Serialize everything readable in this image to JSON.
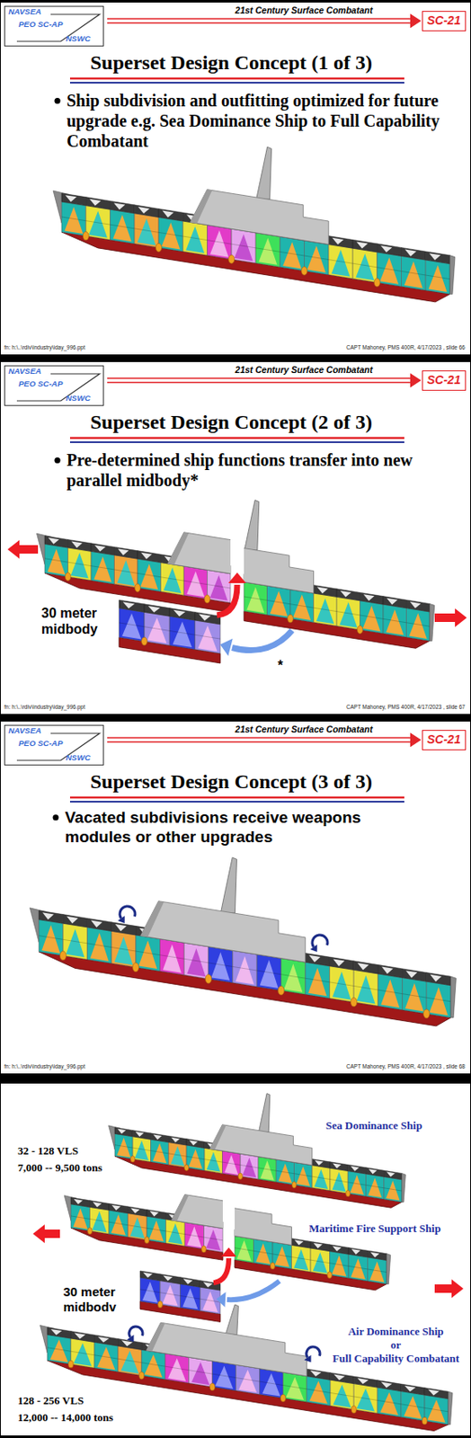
{
  "diagram": {
    "nodes": [
      {
        "text": [
          "NAVSEA",
          "PEO SC-AP",
          "NSWC"
        ]
      },
      {
        "text": [
          "SC-21"
        ]
      },
      {
        "text": [
          "NAVSEA",
          "PEO SC-AP",
          "NSWC"
        ]
      },
      {
        "text": [
          "SC-21"
        ]
      },
      {
        "text": [
          "NAVSEA",
          "PEO SC-AP",
          "NSWC"
        ]
      },
      {
        "text": [
          "SC-21"
        ]
      }
    ],
    "labels": [
      "21st Century Surface Combatant",
      "Superset Design Concept (1 of 3)",
      "Ship subdivision and outfitting optimized for future upgrade e.g. Sea Dominance Ship to Full Capability Combatant",
      "fn: h:\\..\\rdiv\\industry\\iday_996.ppt",
      "CAPT Mahoney, PMS 400R, 4/17/2023 , slide 66",
      "21st Century Surface Combatant",
      "Superset Design Concept (2 of 3)",
      "Pre-determined ship functions transfer into new parallel midbody*",
      "30 meter midbody",
      "*",
      "fn: h:\\..\\rdiv\\industry\\iday_996.ppt",
      "CAPT Mahoney, PMS 400R, 4/17/2023 , slide 67",
      "21st Century Surface Combatant",
      "Superset Design Concept (3 of 3)",
      "Vacated subdivisions receive weapons modules or other upgrades",
      "fn: h:\\..\\rdiv\\industry\\iday_996.ppt",
      "CAPT Mahoney, PMS 400R, 4/17/2023 , slide 68",
      "Sea Dominance Ship",
      "32 - 128 VLS",
      "7,000 -- 9,500 tons",
      "Maritime Fire Support Ship",
      "30 meter midbodv",
      "Air Dominance Ship",
      "or",
      "Full Capability Combatant",
      "128 - 256 VLS",
      "12,000 -- 14,000 tons"
    ]
  }
}
